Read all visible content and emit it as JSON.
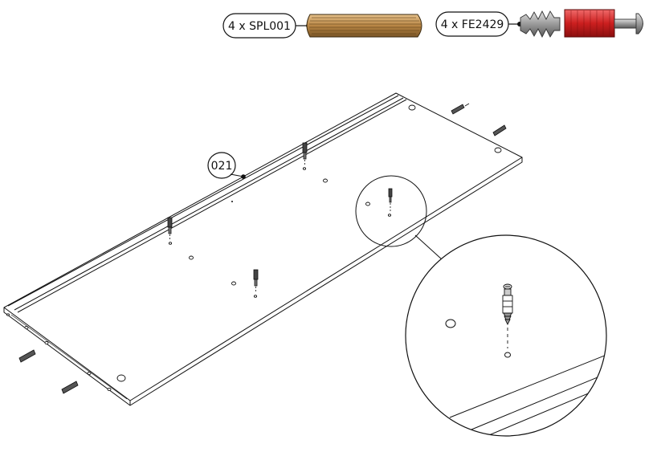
{
  "parts": [
    {
      "label": "4 x SPL001",
      "icon": "wooden-dowel-icon",
      "color": "#b58a4a"
    },
    {
      "label": "4 x FE2429",
      "icon": "cam-bolt-icon",
      "color": "#cc2222"
    }
  ],
  "panel_callout": {
    "label": "021"
  },
  "colors": {
    "line": "#111111",
    "background": "#ffffff",
    "dowel": "#c49456",
    "cam_red": "#d32020",
    "bolt_gray": "#9a9a9a"
  }
}
